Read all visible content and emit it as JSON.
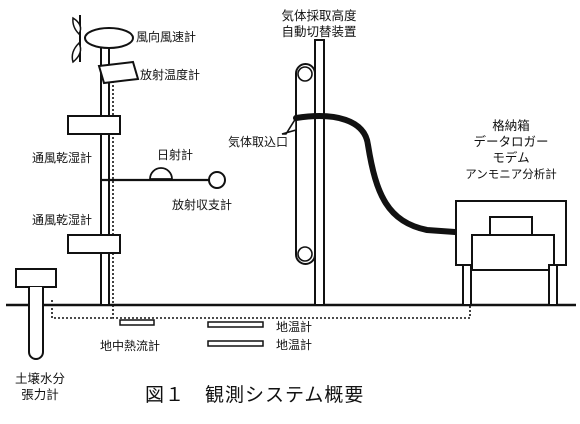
{
  "labels": {
    "anemometer": "風向風速計",
    "radiation_thermometer": "放射温度計",
    "psychrometer_upper": "通風乾湿計",
    "psychrometer_lower": "通風乾湿計",
    "pyranometer": "日射計",
    "net_radiometer": "放射収支計",
    "gas_sampler_line1": "気体採取高度",
    "gas_sampler_line2": "自動切替装置",
    "gas_intake": "気体取込口",
    "cabinet_title": "格納箱",
    "cabinet_line1": "データロガー",
    "cabinet_line2": "モデム",
    "cabinet_line3": "アンモニア分析計",
    "soil_heat_flux": "地中熱流計",
    "soil_temp_1": "地温計",
    "soil_temp_2": "地温計",
    "tensiometer_line1": "土壌水分",
    "tensiometer_line2": "張力計",
    "caption": "図１　観測システム概要"
  }
}
